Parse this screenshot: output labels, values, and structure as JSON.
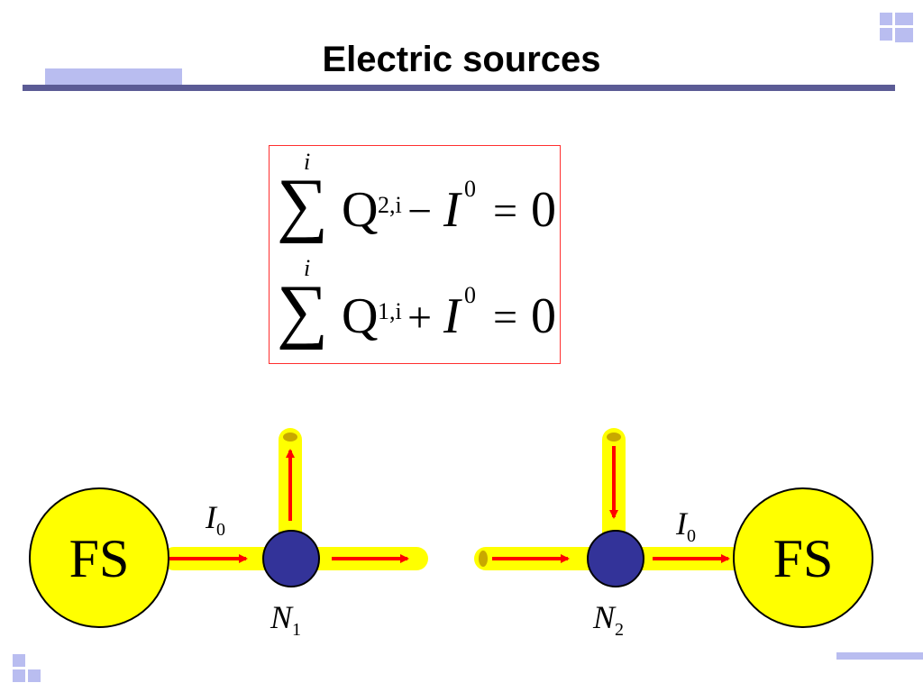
{
  "title": "Electric sources",
  "equations": [
    {
      "sum_index": "i",
      "q_symbol": "Q",
      "q_sub": "2,i",
      "operator": "−",
      "i_symbol": "I",
      "i_sup": "0",
      "equals": "=",
      "rhs": "0"
    },
    {
      "sum_index": "i",
      "q_symbol": "Q",
      "q_sub": "1,i",
      "operator": "+",
      "i_symbol": "I",
      "i_sup": "0",
      "equals": "=",
      "rhs": "0"
    }
  ],
  "diagram": {
    "left": {
      "source_label": "FS",
      "current_label": "I",
      "current_sub": "0",
      "node_label": "N",
      "node_sub": "1"
    },
    "right": {
      "source_label": "FS",
      "current_label": "I",
      "current_sub": "0",
      "node_label": "N",
      "node_sub": "2"
    }
  },
  "colors": {
    "source_fill": "#ffff00",
    "branch_fill": "#ffff00",
    "arrow": "#ff0000",
    "node_fill": "#333399",
    "rule": "#5b5b95",
    "accent_light": "#b9bdf0",
    "eq_border": "#ff2f2f"
  }
}
